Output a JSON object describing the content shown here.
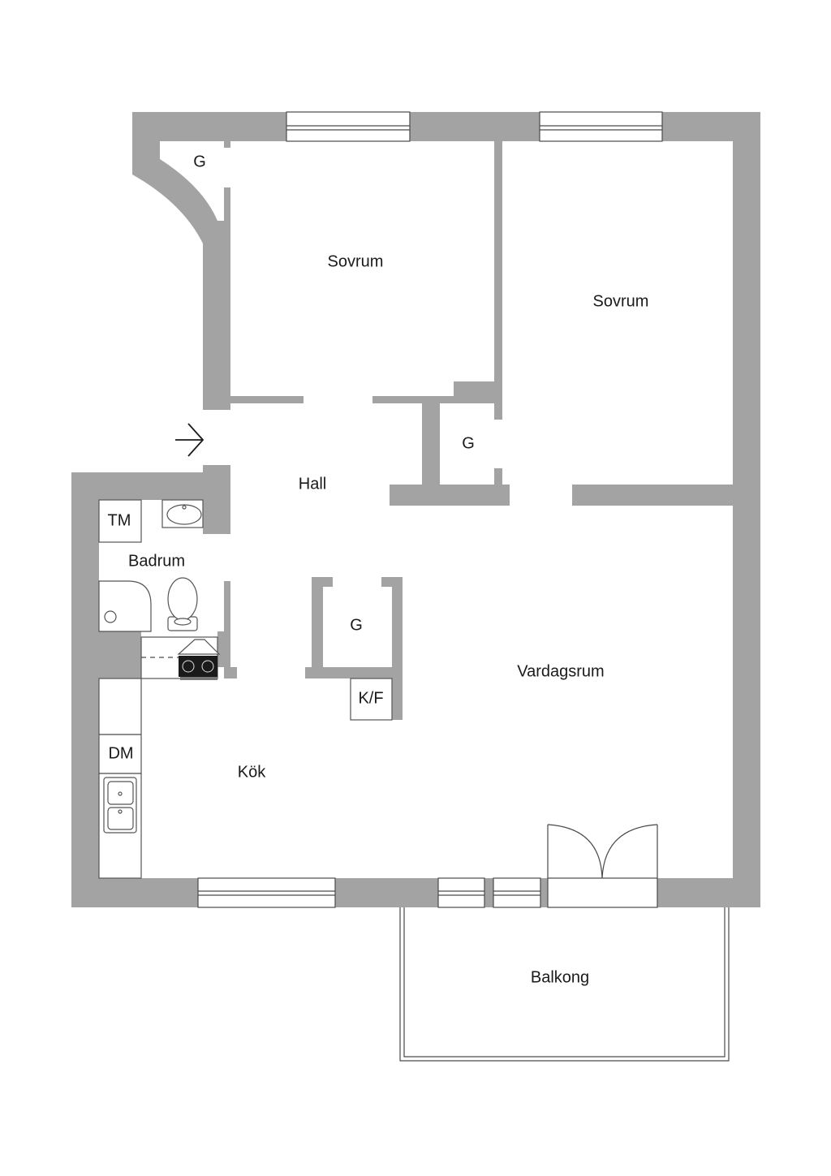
{
  "rooms": {
    "closet_entry": "G",
    "bedroom_1": "Sovrum",
    "bedroom_2": "Sovrum",
    "closet_hall": "G",
    "hall": "Hall",
    "bathroom": "Badrum",
    "washing_machine": "TM",
    "closet_center": "G",
    "fridge_freezer": "K/F",
    "living_room": "Vardagsrum",
    "dishwasher": "DM",
    "kitchen": "Kök",
    "balcony": "Balkong"
  },
  "colors": {
    "wall": "#a3a3a3",
    "line": "#4a4a4a",
    "background": "#ffffff"
  },
  "icons": [
    "entrance-arrow-icon",
    "sink-icon",
    "toilet-icon",
    "stove-icon",
    "kitchen-sink-icon",
    "door-swing-icon"
  ]
}
